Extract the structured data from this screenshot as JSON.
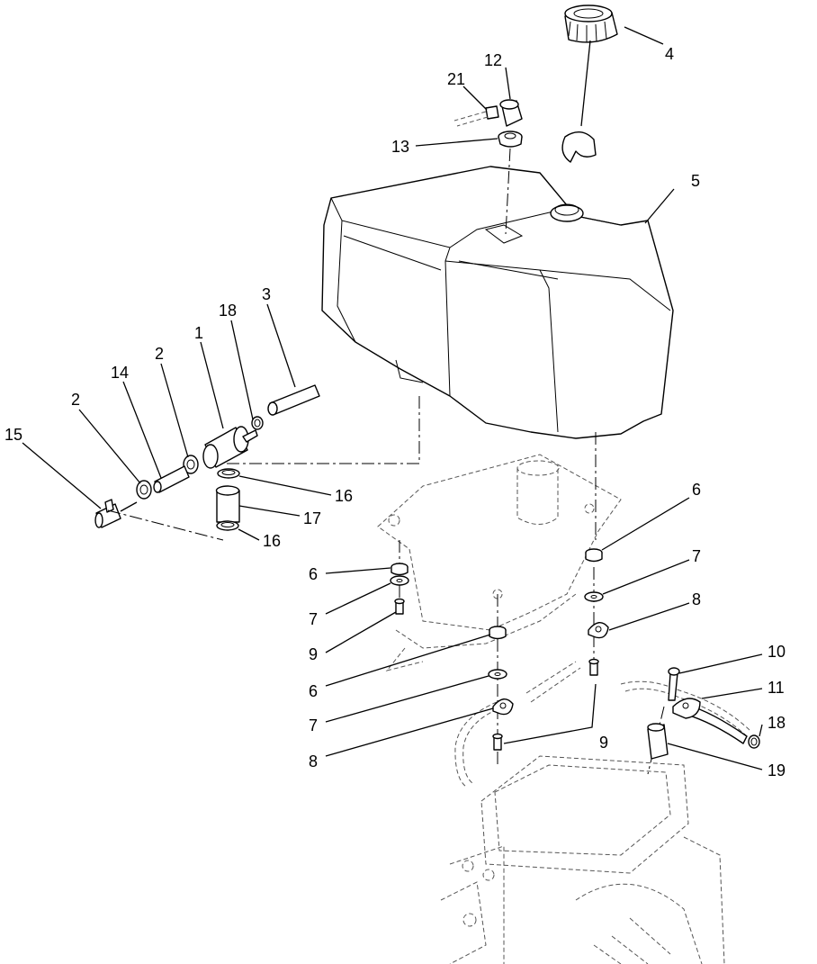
{
  "callouts": {
    "c1": "1",
    "c2a": "2",
    "c2b": "2",
    "c3": "3",
    "c4": "4",
    "c5": "5",
    "c6a": "6",
    "c6b": "6",
    "c6c": "6",
    "c7a": "7",
    "c7b": "7",
    "c7c": "7",
    "c8a": "8",
    "c8b": "8",
    "c9a": "9",
    "c9b": "9",
    "c10": "10",
    "c11": "11",
    "c12": "12",
    "c13": "13",
    "c14": "14",
    "c15": "15",
    "c16a": "16",
    "c16b": "16",
    "c17": "17",
    "c18a": "18",
    "c18b": "18",
    "c19": "19",
    "c21": "21"
  }
}
